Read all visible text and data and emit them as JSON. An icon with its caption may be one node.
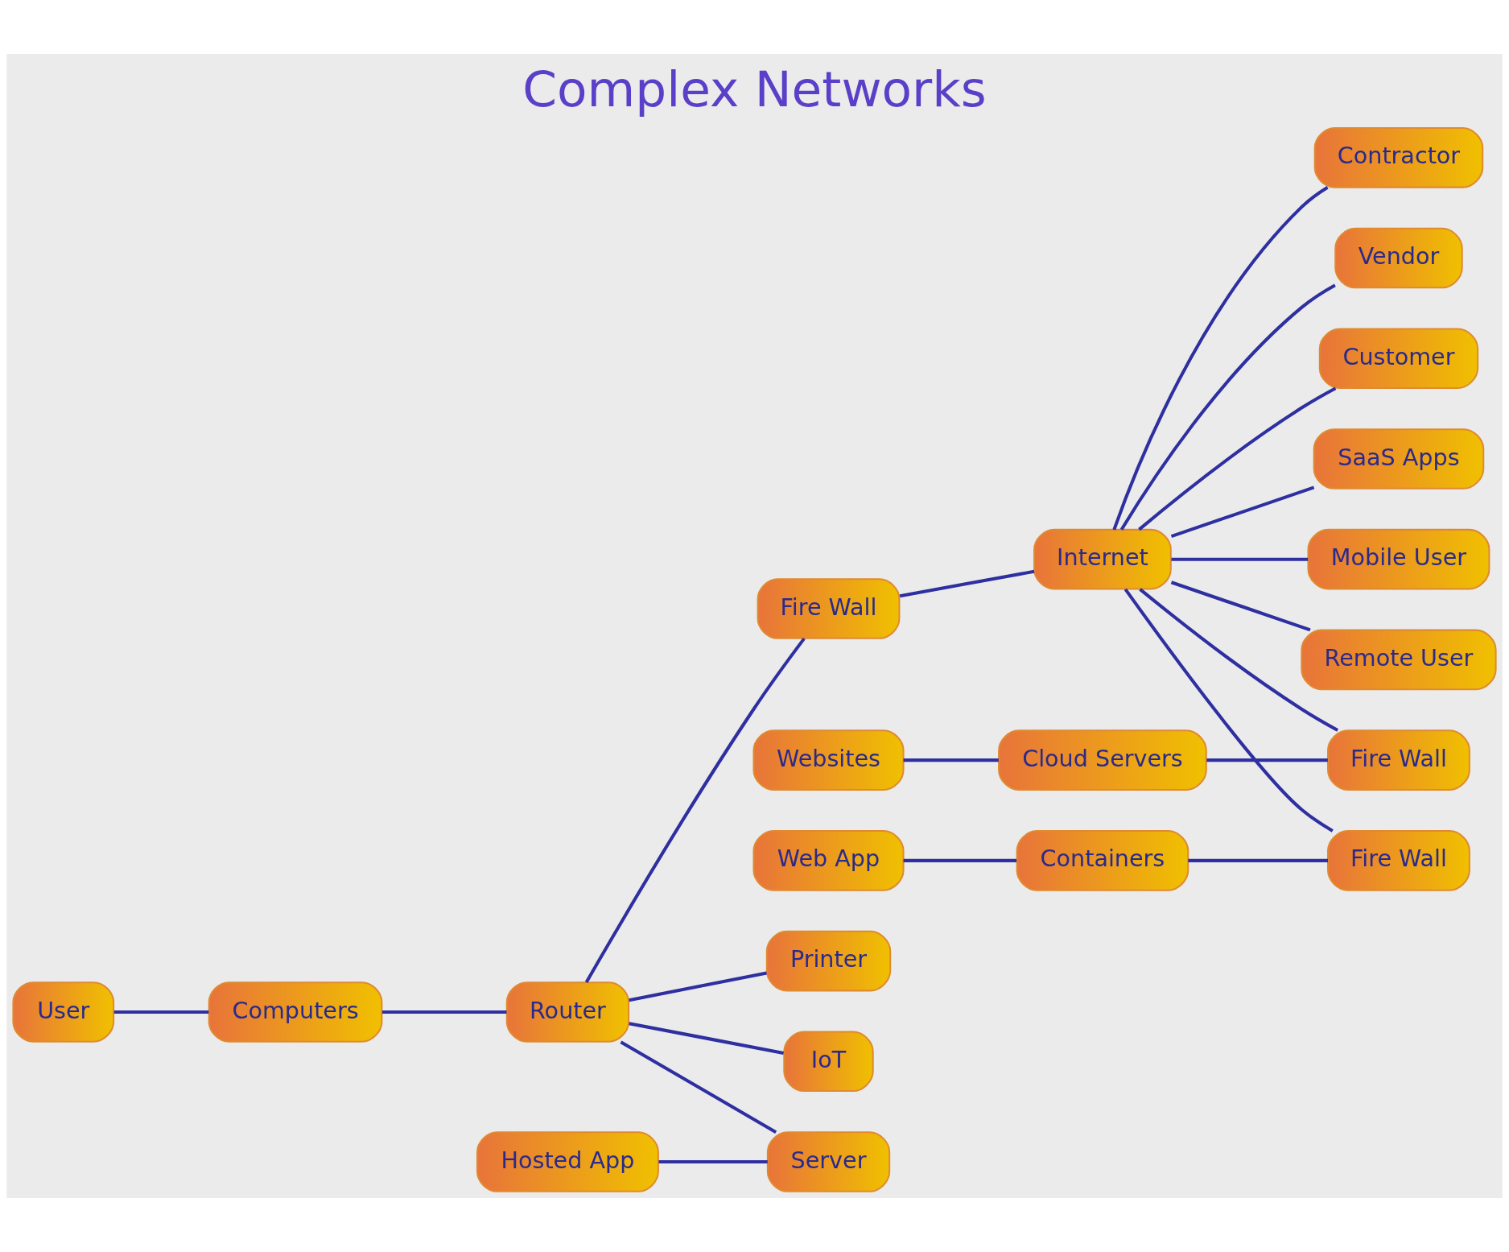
{
  "diagram": {
    "title": "Complex Networks",
    "nodes": [
      {
        "text": [
          "User"
        ]
      },
      {
        "text": [
          "Computers"
        ]
      },
      {
        "text": [
          "Router"
        ]
      },
      {
        "text": [
          "Fire Wall"
        ]
      },
      {
        "text": [
          "Internet"
        ]
      },
      {
        "text": [
          "Contractor"
        ]
      },
      {
        "text": [
          "Printer"
        ]
      },
      {
        "text": [
          "Vendor"
        ]
      },
      {
        "text": [
          "IoT"
        ]
      },
      {
        "text": [
          "Customer"
        ]
      },
      {
        "text": [
          "Hosted App"
        ]
      },
      {
        "text": [
          "Server"
        ]
      },
      {
        "text": [
          "SaaS Apps"
        ]
      },
      {
        "text": [
          "Mobile User"
        ]
      },
      {
        "text": [
          "Websites"
        ]
      },
      {
        "text": [
          "Cloud Servers"
        ]
      },
      {
        "text": [
          "Fire Wall"
        ]
      },
      {
        "text": [
          "Remote User"
        ]
      },
      {
        "text": [
          "Web App"
        ]
      },
      {
        "text": [
          "Containers"
        ]
      },
      {
        "text": [
          "Fire Wall"
        ]
      }
    ],
    "edges": [
      {
        "from": 0,
        "to": 1,
        "arrow": "none"
      },
      {
        "from": 1,
        "to": 2,
        "arrow": "none"
      },
      {
        "from": 2,
        "to": 3,
        "arrow": "none"
      },
      {
        "from": 3,
        "to": 4,
        "arrow": "none"
      },
      {
        "from": 4,
        "to": 5,
        "arrow": "none"
      },
      {
        "from": 4,
        "to": 7,
        "arrow": "none"
      },
      {
        "from": 4,
        "to": 9,
        "arrow": "none"
      },
      {
        "from": 4,
        "to": 13,
        "arrow": "none"
      },
      {
        "from": 4,
        "to": 17,
        "arrow": "none"
      },
      {
        "from": 2,
        "to": 6,
        "arrow": "none"
      },
      {
        "from": 2,
        "to": 8,
        "arrow": "none"
      },
      {
        "from": 2,
        "to": 11,
        "arrow": "none"
      },
      {
        "from": 10,
        "to": 11,
        "arrow": "none"
      },
      {
        "from": 4,
        "to": 12,
        "arrow": "none"
      },
      {
        "from": 4,
        "to": 16,
        "arrow": "none"
      },
      {
        "from": 4,
        "to": 20,
        "arrow": "none"
      },
      {
        "from": 14,
        "to": 15,
        "arrow": "none"
      },
      {
        "from": 15,
        "to": 16,
        "arrow": "none"
      },
      {
        "from": 18,
        "to": 19,
        "arrow": "none"
      },
      {
        "from": 19,
        "to": 20,
        "arrow": "none"
      }
    ]
  }
}
